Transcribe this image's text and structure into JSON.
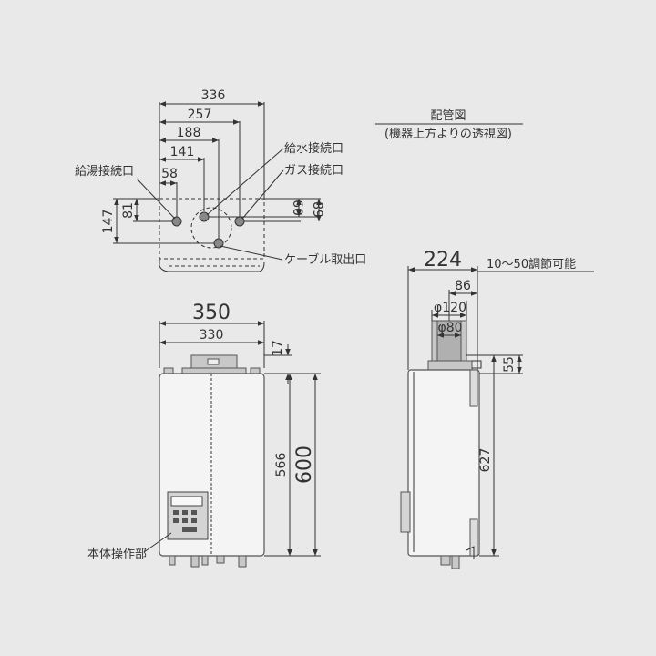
{
  "plan_view": {
    "title": "配管図",
    "subtitle": "(機器上方よりの透視図)",
    "dims": {
      "w336": "336",
      "w257": "257",
      "w188": "188",
      "w141": "141",
      "w58": "58",
      "h147": "147",
      "h81": "81",
      "h60": "60",
      "h89": "89"
    },
    "labels": {
      "hot_water": "給湯接続口",
      "water": "給水接続口",
      "gas": "ガス接続口",
      "cable": "ケーブル取出口"
    }
  },
  "front_view": {
    "dims": {
      "w350": "350",
      "w330": "330",
      "h17": "17",
      "h566": "566",
      "h600": "600"
    },
    "labels": {
      "panel": "本体操作部"
    }
  },
  "side_view": {
    "dims": {
      "d224": "224",
      "d86": "86",
      "phi120": "φ120",
      "phi80": "φ80",
      "h55": "55",
      "h627": "627"
    },
    "labels": {
      "adjust": "10〜50調節可能"
    }
  }
}
